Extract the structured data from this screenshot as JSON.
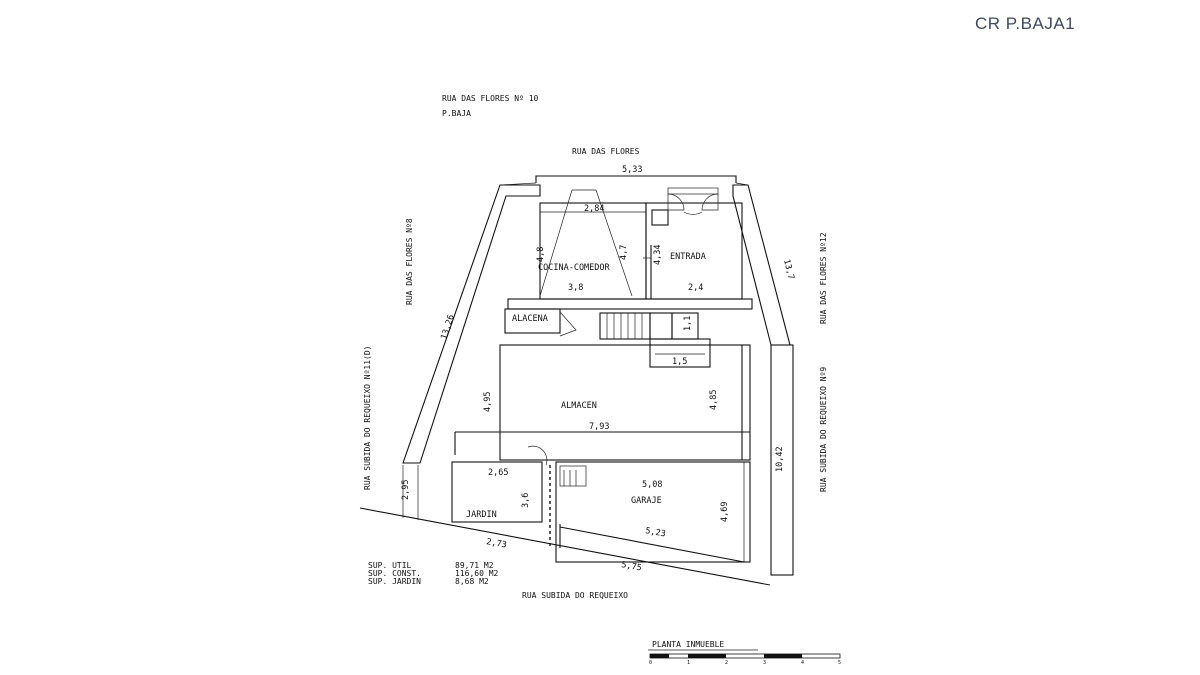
{
  "sheet_code": "CR P.BAJA1",
  "header": {
    "address": "RUA DAS FLORES Nº 10",
    "floor": "P.BAJA"
  },
  "streets": {
    "top": "RUA DAS FLORES",
    "left": "RUA DAS FLORES Nº8",
    "left_lower": "RUA SUBIDA DO REQUEIXO Nº11(D)",
    "right": "RUA DAS FLORES Nº12",
    "right_lower": "RUA SUBIDA DO REQUEIXO Nº9",
    "bottom": "RUA SUBIDA DO REQUEIXO"
  },
  "rooms": {
    "kitchen": "COCINA-COMEDOR",
    "entrance": "ENTRADA",
    "pantry": "ALACENA",
    "storage": "ALMACEN",
    "garden": "JARDIN",
    "garage": "GARAJE"
  },
  "dimensions": {
    "top_width": "5,33",
    "kitchen_top": "2,84",
    "kitchen_h1": "4,8",
    "kitchen_h2": "4,7",
    "entrance_h": "4,34",
    "kitchen_width": "3,8",
    "entrance_width": "2,4",
    "left_side": "13,26",
    "right_side_top": "13,7",
    "stair_h": "1,1",
    "stair_w": "1,5",
    "storage_left": "4,95",
    "storage_right": "4,85",
    "storage_width": "7,93",
    "garden_width": "2,65",
    "garden_h": "3,6",
    "garage_width": "5,08",
    "garage_h": "4,69",
    "garage_bottom": "5,23",
    "left_small": "2,95",
    "right_lower": "10,42",
    "bottom_left": "2,73",
    "bottom_right": "5,75"
  },
  "surfaces": [
    {
      "label": "SUP. UTIL",
      "value": "89,71 M2"
    },
    {
      "label": "SUP. CONST.",
      "value": "116,60 M2"
    },
    {
      "label": "SUP. JARDIN",
      "value": "8,68 M2"
    }
  ],
  "scale": {
    "title": "PLANTA INMUEBLE",
    "ticks": [
      "0",
      "1",
      "2",
      "3",
      "4",
      "5"
    ]
  }
}
